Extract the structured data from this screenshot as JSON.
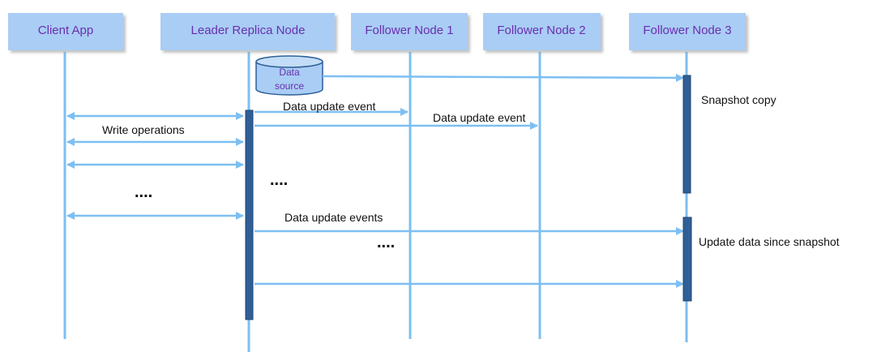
{
  "participants": [
    {
      "label": "Client App"
    },
    {
      "label": "Leader Replica Node"
    },
    {
      "label": "Follower Node 1"
    },
    {
      "label": "Follower Node 2"
    },
    {
      "label": "Follower Node 3"
    }
  ],
  "data_source": {
    "line1": "Data",
    "line2": "source"
  },
  "messages": {
    "data_update_event_1": "Data update event",
    "data_update_event_2": "Data update event",
    "write_operations": "Write operations",
    "data_update_events": "Data update events"
  },
  "notes": {
    "snapshot_copy": "Snapshot copy",
    "update_since_snapshot": "Update data since snapshot"
  },
  "ellipses": {
    "leader_dots": "....",
    "client_dots": "....",
    "events_dots": "...."
  },
  "colors": {
    "header_fill": "#a9cdf5",
    "lifeline": "#7dbff2",
    "activation": "#2f5f96",
    "label_text": "#6a2fae"
  }
}
